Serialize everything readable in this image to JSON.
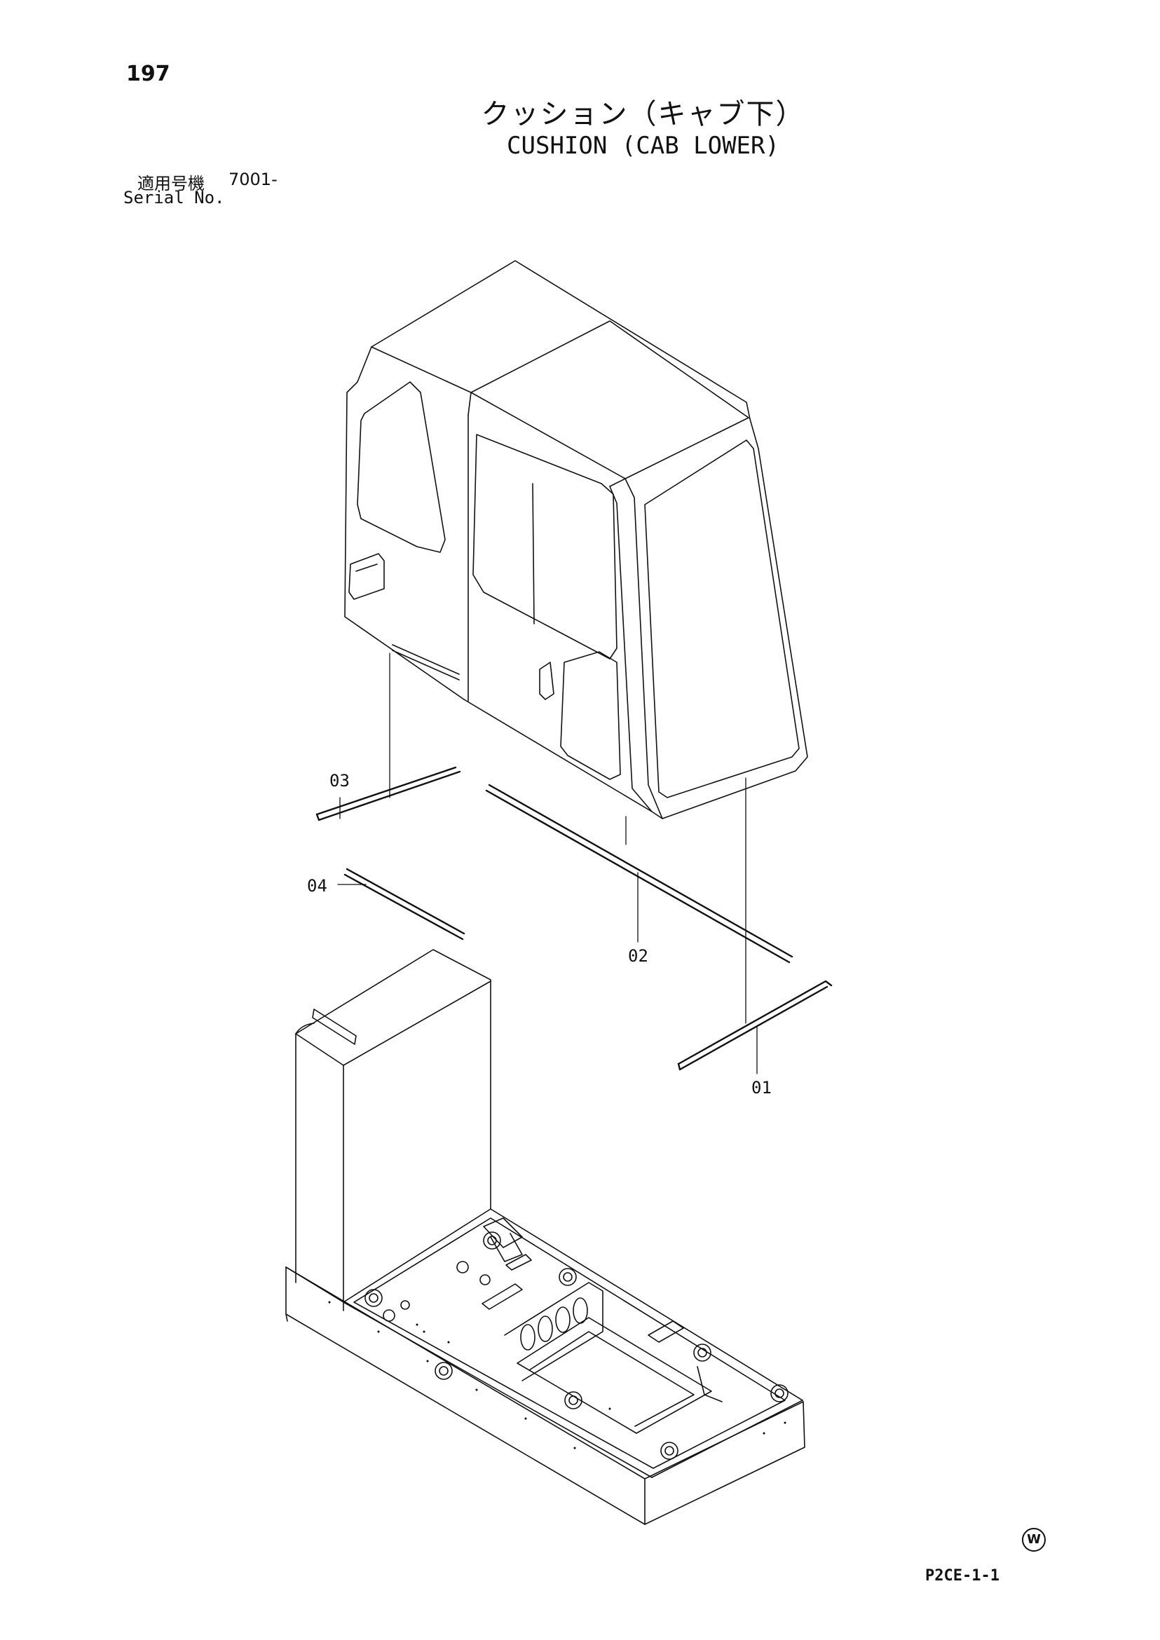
{
  "page": {
    "number": "197"
  },
  "title": {
    "jp": "クッション（キャブ下）",
    "en": "CUSHION (CAB LOWER)"
  },
  "serial": {
    "jp_label": "適用号機",
    "value": "7001-",
    "en_label": "Serial No."
  },
  "callouts": {
    "p01": "01",
    "p02": "02",
    "p03": "03",
    "p04": "04"
  },
  "footer": {
    "code": "P2CE-1-1",
    "mark": "W"
  }
}
